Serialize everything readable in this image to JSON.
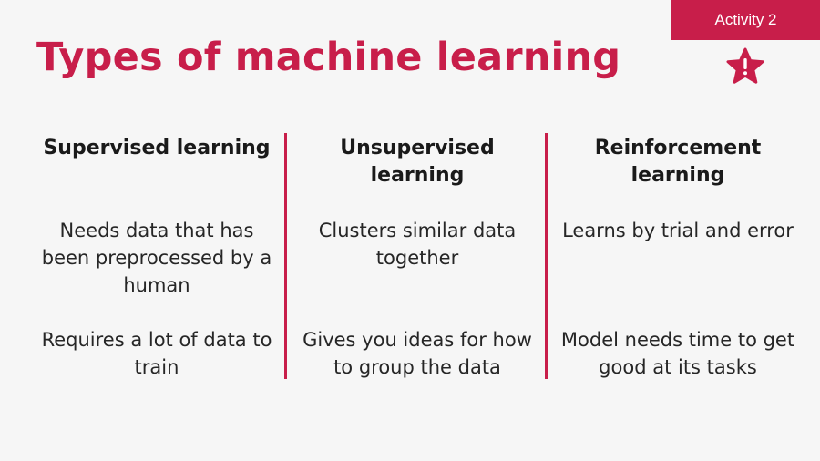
{
  "badge": {
    "label": "Activity 2"
  },
  "title": "Types of machine learning",
  "icon": {
    "name": "alert-star-icon",
    "color": "#c81e4a"
  },
  "colors": {
    "accent": "#c81e4a",
    "background": "#f6f6f6"
  },
  "columns": [
    {
      "heading": "Supervised learning",
      "points": [
        "Needs data that has been preprocessed by a human",
        "Requires a lot of data to train"
      ]
    },
    {
      "heading": "Unsupervised learning",
      "points": [
        "Clusters similar data together",
        "Gives you ideas for how to group the data"
      ]
    },
    {
      "heading": "Reinforcement learning",
      "points": [
        "Learns by trial and error",
        "Model needs time to get good at its tasks"
      ]
    }
  ]
}
